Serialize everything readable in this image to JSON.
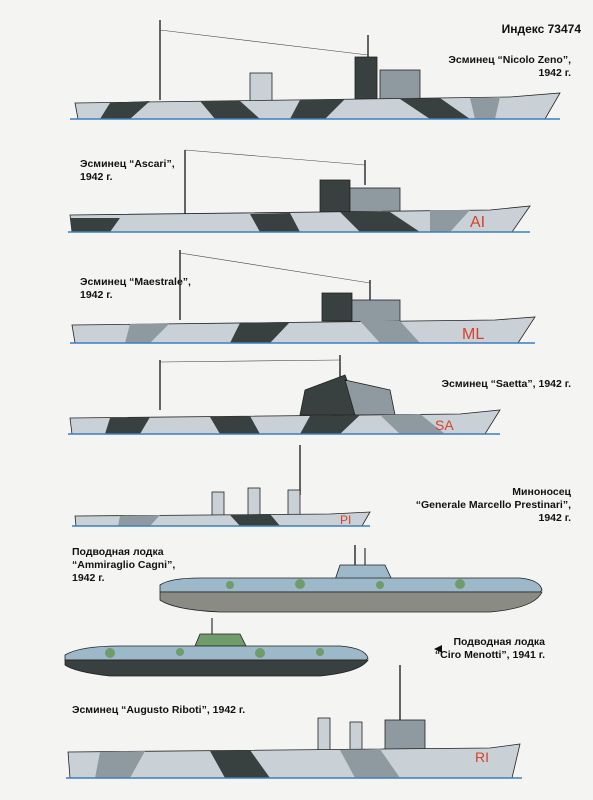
{
  "index_label": "Индекс 73474",
  "ships": [
    {
      "caption": "Эсминец “Nicolo Zeno”,\n1942 г."
    },
    {
      "caption": "Эсминец “Ascari”,\n1942 г."
    },
    {
      "caption": "Эсминец “Maestrale”,\n1942 г."
    },
    {
      "caption": "Эсминец “Saetta”, 1942 г."
    },
    {
      "caption": "Миноносец\n“Generale Marcello Prestinari”,\n1942 г."
    },
    {
      "caption": "Подводная лодка\n“Ammiraglio Cagni”,\n1942 г."
    },
    {
      "caption": "Подводная лодка\n“Ciro Menotti”, 1941 г."
    },
    {
      "caption": "Эсминец  “Augusto Riboti”, 1942 г."
    }
  ],
  "hull_codes": [
    "AI",
    "ML",
    "SA",
    "PI",
    "RI"
  ],
  "colors": {
    "camo_light": "#c9d1d6",
    "camo_dark": "#38413f",
    "camo_mid": "#8f9aa0",
    "waterline": "#3a7fc0",
    "code_red": "#d9412a",
    "sub_gray": "#8b8b86",
    "sub_green": "#6f9c6a",
    "sub_blue": "#9db9c9"
  }
}
